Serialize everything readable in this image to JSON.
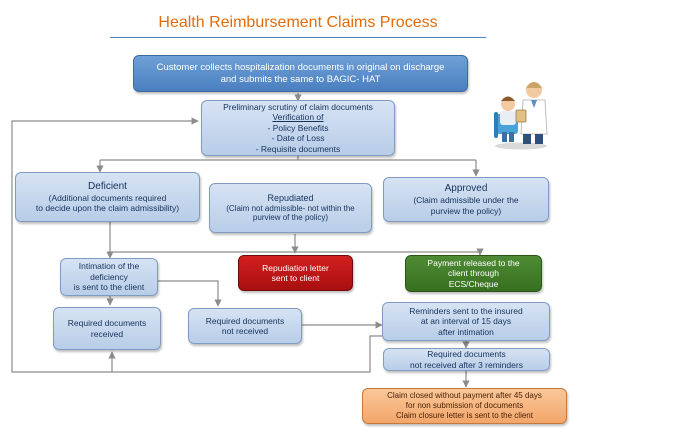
{
  "title": "Health Reimbursement Claims Process",
  "boxes": {
    "start": [
      "Customer collects hospitalization documents in original  on discharge",
      "and submits the same to  BAGIC- HAT"
    ],
    "scrutiny": {
      "heading": "Preliminary scrutiny of claim documents",
      "subheading": "Verification of",
      "items": [
        "- Policy Benefits",
        "- Date of Loss",
        "- Requisite documents"
      ]
    },
    "deficient": {
      "heading": "Deficient",
      "lines": [
        "(Additional documents required",
        "to decide upon the claim admissibility)"
      ]
    },
    "repudiated": {
      "heading": "Repudiated",
      "lines": [
        "(Claim not admissible- not within the",
        "purview of the policy)"
      ]
    },
    "approved": {
      "heading": "Approved",
      "lines": [
        "(Claim admissible under the",
        "purview the policy)"
      ]
    },
    "intimation": [
      "Intimation of the",
      "deficiency",
      "is sent to the client"
    ],
    "repudiation_letter": [
      "Repudiation letter",
      "sent to client"
    ],
    "payment": [
      "Payment released to the",
      "client through",
      "ECS/Cheque"
    ],
    "docs_received": [
      "Required documents",
      "received"
    ],
    "docs_not_received": [
      "Required documents",
      "not received"
    ],
    "reminders": [
      "Reminders sent to the insured",
      "at an interval of 15 days",
      "after intimation"
    ],
    "after_reminders": [
      "Required documents",
      "not received after 3 reminders"
    ],
    "closed": [
      "Claim closed without payment after 45 days",
      "for non submission of documents",
      "Claim closure letter is sent to the client"
    ]
  },
  "colors": {
    "title": "#e36c0a",
    "box_fill": "#c6d8ee",
    "start_fill": "#5b8fcc",
    "repudiation_fill": "#c01818",
    "payment_fill": "#43802a",
    "closed_fill": "#f7b57e",
    "connector": "#8c8c8c"
  }
}
